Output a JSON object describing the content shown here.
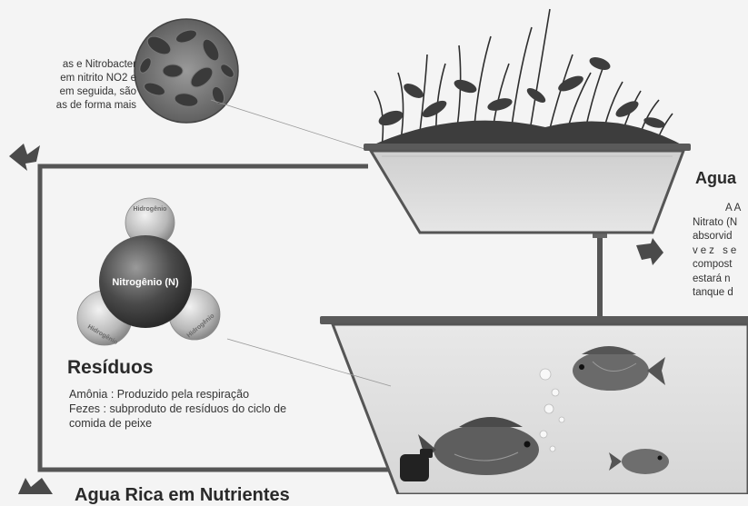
{
  "bacteria_text": {
    "line1": "as e Nitrobacter",
    "line2": "em nitrito NO2 e",
    "line3": "em seguida, são",
    "line4": "as de forma mais"
  },
  "agua": {
    "title": "Agua",
    "line1": "A A",
    "line2": "Nitrato (N",
    "line3": "absorvid",
    "line4": "vez se",
    "line5": "compost",
    "line6": "estará n",
    "line7": "tanque d"
  },
  "molecule": {
    "center_label": "Nitrogênio (N)",
    "atom_top": "Hidrogênio",
    "atom_left": "Hidrogênio",
    "atom_right": "Hidrogênio"
  },
  "residuos": {
    "title": "Resíduos",
    "line1": "Amônia : Produzido pela respiração",
    "line2": "Fezes : subproduto de resíduos do ciclo de",
    "line3": "comida de peixe"
  },
  "bottom": {
    "title": "Agua Rica em Nutrientes"
  },
  "colors": {
    "background": "#f4f4f4",
    "pipe": "#555555",
    "tank_fill": "#e2e2e2",
    "nitrogen_atom": "#4a4a4a",
    "hydrogen_atom": "#b8b8b8"
  }
}
